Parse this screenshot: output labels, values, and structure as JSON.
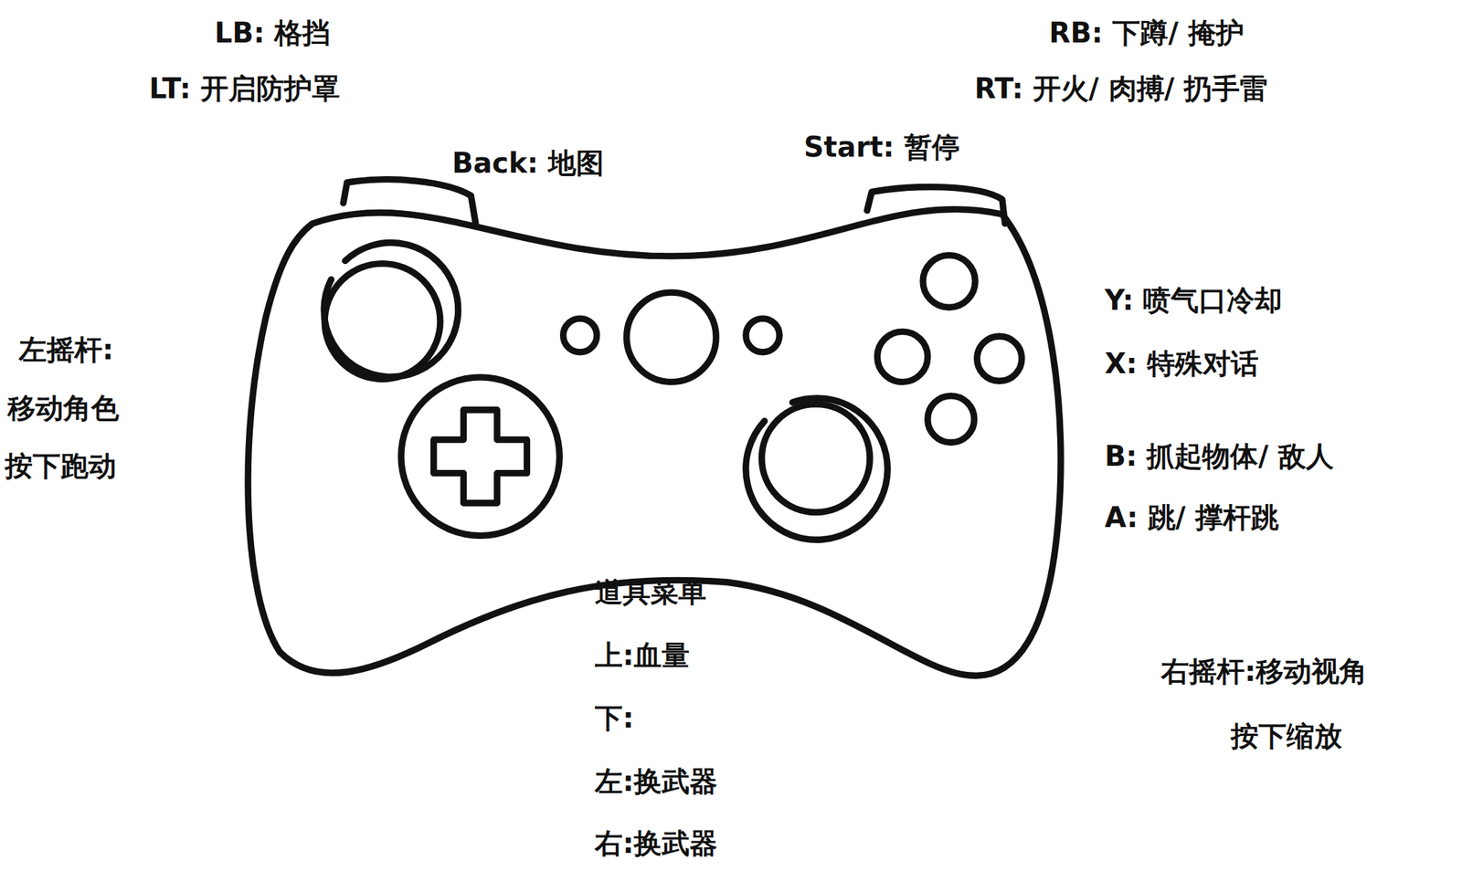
{
  "diagram": {
    "labels": [
      "LB: 格挡",
      "LT: 开启防护罩",
      "RB: 下蹲/ 掩护",
      "RT: 开火/ 肉搏/ 扔手雷",
      "Back: 地图",
      "Start: 暂停",
      "左摇杆:",
      "移动角色",
      "按下跑动",
      "Y: 喷气口冷却",
      "X: 特殊对话",
      "B: 抓起物体/ 敌人",
      "A: 跳/ 撑杆跳",
      "道具菜单",
      "上:血量",
      "下:",
      "左:换武器",
      "右:换武器",
      "右摇杆:移动视角",
      "按下缩放"
    ]
  }
}
